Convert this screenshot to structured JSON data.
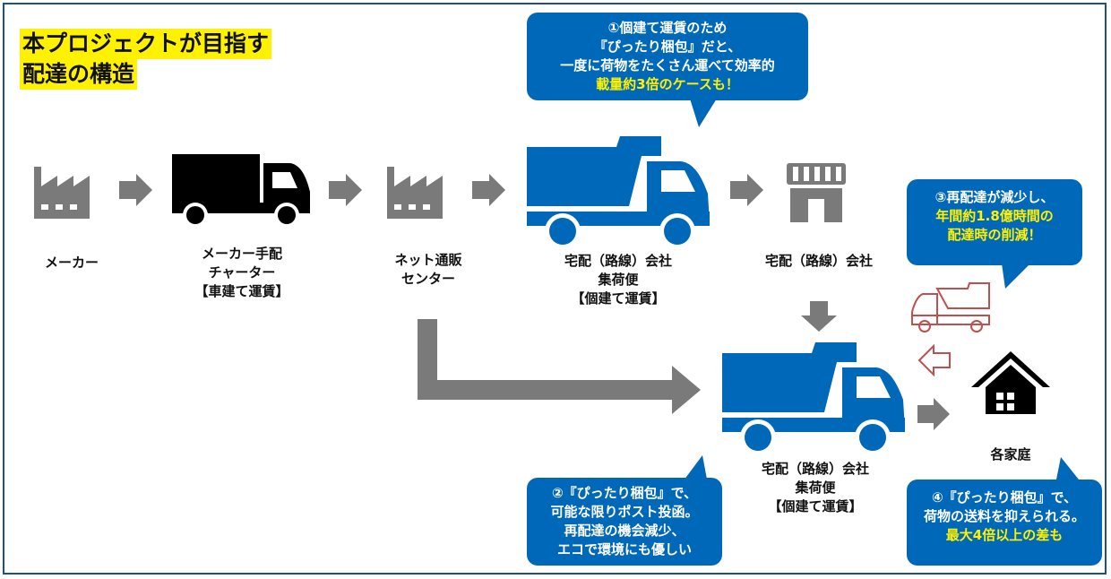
{
  "title": {
    "line1": "本プロジェクトが目指す",
    "line2": "配達の構造"
  },
  "nodes": {
    "maker": "メーカー",
    "charter": {
      "line1": "メーカー手配",
      "line2": "チャーター",
      "line3": "【車建て運賃】"
    },
    "ec_center": {
      "line1": "ネット通販",
      "line2": "センター"
    },
    "delivery1": {
      "line1": "宅配（路線）会社",
      "line2": "集荷便",
      "line3": "【個建て運賃】"
    },
    "delivery2": "宅配（路線）会社",
    "delivery3": {
      "line1": "宅配（路線）会社",
      "line2": "集荷便",
      "line3": "【個建て運賃】"
    },
    "home": "各家庭"
  },
  "bubbles": {
    "b1": {
      "line1": "①個建て運賃のため",
      "line2": "『ぴったり梱包』だと、",
      "line3": "一度に荷物をたくさん運べて効率的",
      "line4": "載量約3倍のケースも！"
    },
    "b2": {
      "line1": "②『ぴったり梱包』で、",
      "line2": "可能な限りポスト投函。",
      "line3": "再配達の機会減少、",
      "line4": "エコで環境にも優しい"
    },
    "b3": {
      "line1": "③再配達が減少し、",
      "line2": "年間約1.8億時間の",
      "line3": "配達時の削減！"
    },
    "b4": {
      "line1": "④『ぴったり梱包』で、",
      "line2": "荷物の送料を抑えられる。",
      "line3": "最大4倍以上の差も"
    }
  },
  "colors": {
    "blue": "#0068b8",
    "highlight": "#fff200",
    "gray": "#7a7a7a",
    "red_outline": "#c0504d"
  }
}
